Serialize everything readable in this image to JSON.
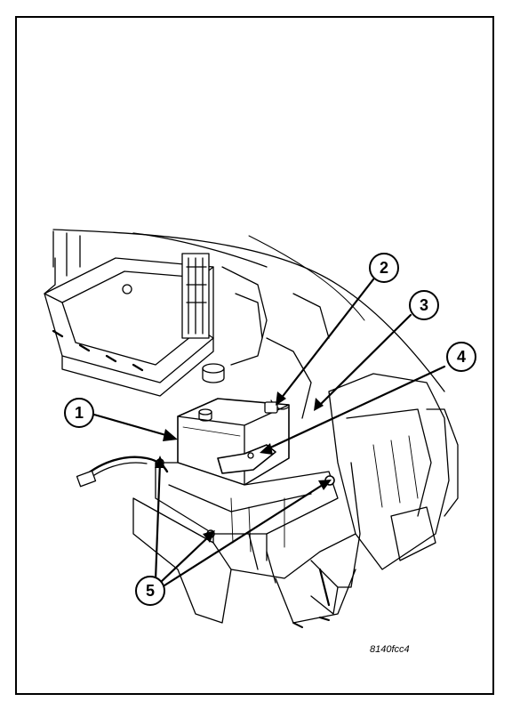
{
  "callouts": [
    "1",
    "2",
    "3",
    "4",
    "5"
  ],
  "figure_code": "8140fcc4"
}
